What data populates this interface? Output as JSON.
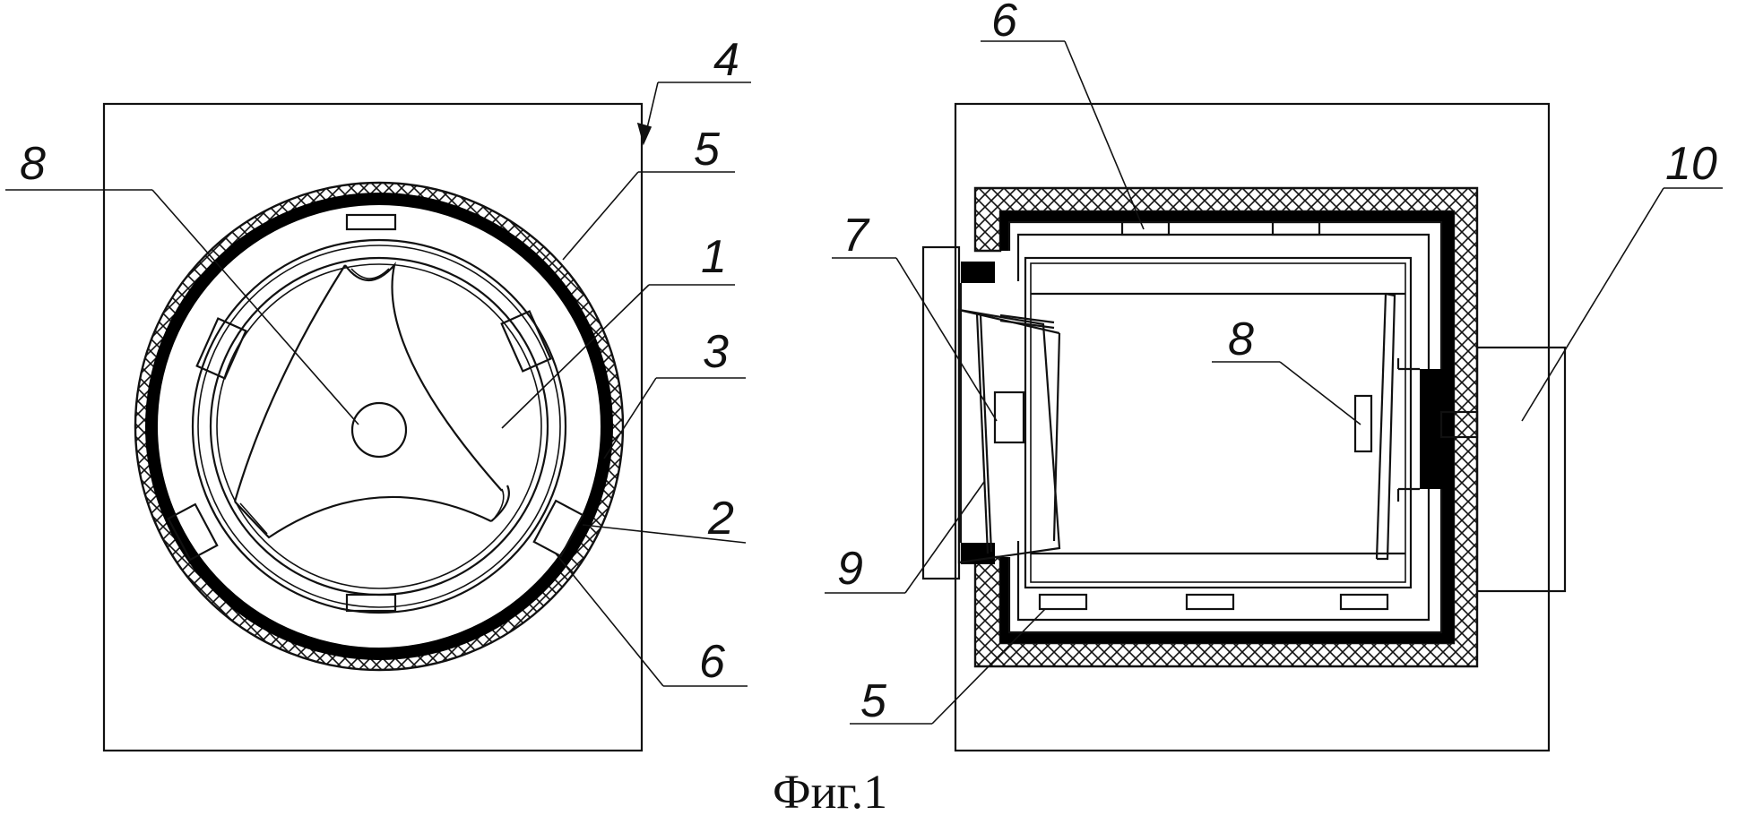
{
  "figure": {
    "caption": "Фиг.1",
    "labels": {
      "front_view": [
        "8",
        "4",
        "5",
        "1",
        "3",
        "2",
        "6"
      ],
      "side_view": [
        "6",
        "7",
        "8",
        "10",
        "9",
        "5"
      ]
    }
  }
}
